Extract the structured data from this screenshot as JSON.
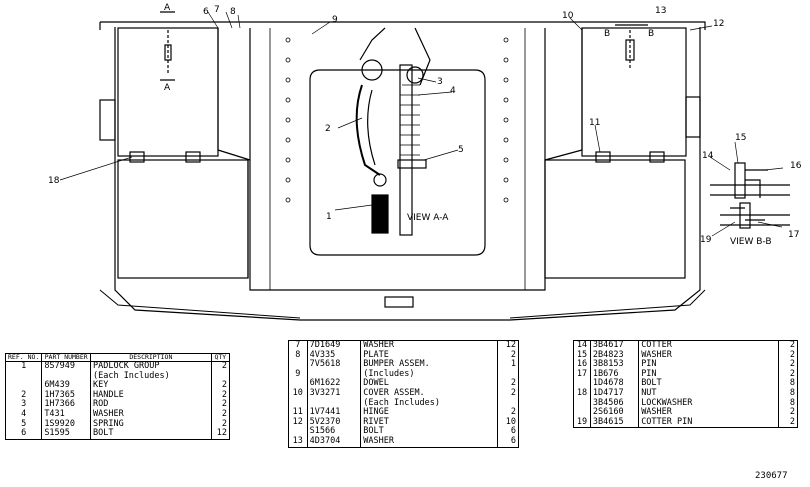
{
  "callouts": [
    "1",
    "2",
    "3",
    "4",
    "5",
    "6",
    "7",
    "8",
    "9",
    "10",
    "11",
    "12",
    "13",
    "14",
    "15",
    "16",
    "17",
    "18",
    "19"
  ],
  "view_labels": {
    "a_top": "A",
    "a_bottom": "A",
    "b_left": "B",
    "b_right": "B",
    "view_aa": "VIEW A-A",
    "view_bb": "VIEW B-B"
  },
  "table1": {
    "headers": {
      "ref": "REF. NO.",
      "part": "PART NUMBER",
      "desc": "DESCRIPTION",
      "qty": "QTY"
    },
    "rows": [
      {
        "ref": "1",
        "part": "8S7949",
        "desc": "PADLOCK GROUP",
        "qty": "2"
      },
      {
        "ref": "",
        "part": "",
        "desc": "(Each Includes)",
        "qty": ""
      },
      {
        "ref": "",
        "part": "6M439",
        "desc": "KEY",
        "qty": "2"
      },
      {
        "ref": "2",
        "part": "1H7365",
        "desc": "HANDLE",
        "qty": "2"
      },
      {
        "ref": "3",
        "part": "1H7366",
        "desc": "ROD",
        "qty": "2"
      },
      {
        "ref": "4",
        "part": "T431",
        "desc": "WASHER",
        "qty": "2"
      },
      {
        "ref": "5",
        "part": "1S9920",
        "desc": "SPRING",
        "qty": "2"
      },
      {
        "ref": "6",
        "part": "S1595",
        "desc": "BOLT",
        "qty": "12"
      }
    ]
  },
  "table2": {
    "rows": [
      {
        "ref": "7",
        "part": "7D1649",
        "desc": "WASHER",
        "qty": "12"
      },
      {
        "ref": "8",
        "part": "4V335",
        "desc": "PLATE",
        "qty": "2"
      },
      {
        "ref": "",
        "part": "7V5618",
        "desc": "BUMPER ASSEM.",
        "qty": "1"
      },
      {
        "ref": "9",
        "part": "",
        "desc": "(Includes)",
        "qty": ""
      },
      {
        "ref": "",
        "part": "6M1622",
        "desc": "DOWEL",
        "qty": "2"
      },
      {
        "ref": "10",
        "part": "3V3271",
        "desc": "COVER ASSEM.",
        "qty": "2"
      },
      {
        "ref": "",
        "part": "",
        "desc": "(Each Includes)",
        "qty": ""
      },
      {
        "ref": "11",
        "part": "1V7441",
        "desc": "HINGE",
        "qty": "2"
      },
      {
        "ref": "12",
        "part": "5V2370",
        "desc": "RIVET",
        "qty": "10"
      },
      {
        "ref": "",
        "part": "S1566",
        "desc": "BOLT",
        "qty": "6"
      },
      {
        "ref": "13",
        "part": "4D3704",
        "desc": "WASHER",
        "qty": "6"
      }
    ]
  },
  "table3": {
    "rows": [
      {
        "ref": "14",
        "part": "3B4617",
        "desc": "COTTER",
        "qty": "2"
      },
      {
        "ref": "15",
        "part": "2B4823",
        "desc": "WASHER",
        "qty": "2"
      },
      {
        "ref": "16",
        "part": "3B8153",
        "desc": "PIN",
        "qty": "2"
      },
      {
        "ref": "17",
        "part": "1B676",
        "desc": "PIN",
        "qty": "2"
      },
      {
        "ref": "",
        "part": "1D4678",
        "desc": "BOLT",
        "qty": "8"
      },
      {
        "ref": "18",
        "part": "1D4717",
        "desc": "NUT",
        "qty": "8"
      },
      {
        "ref": "",
        "part": "3B4506",
        "desc": "LOCKWASHER",
        "qty": "8"
      },
      {
        "ref": "",
        "part": "2S6160",
        "desc": "WASHER",
        "qty": "2"
      },
      {
        "ref": "19",
        "part": "3B4615",
        "desc": "COTTER PIN",
        "qty": "2"
      }
    ]
  },
  "figure_number": "230677"
}
